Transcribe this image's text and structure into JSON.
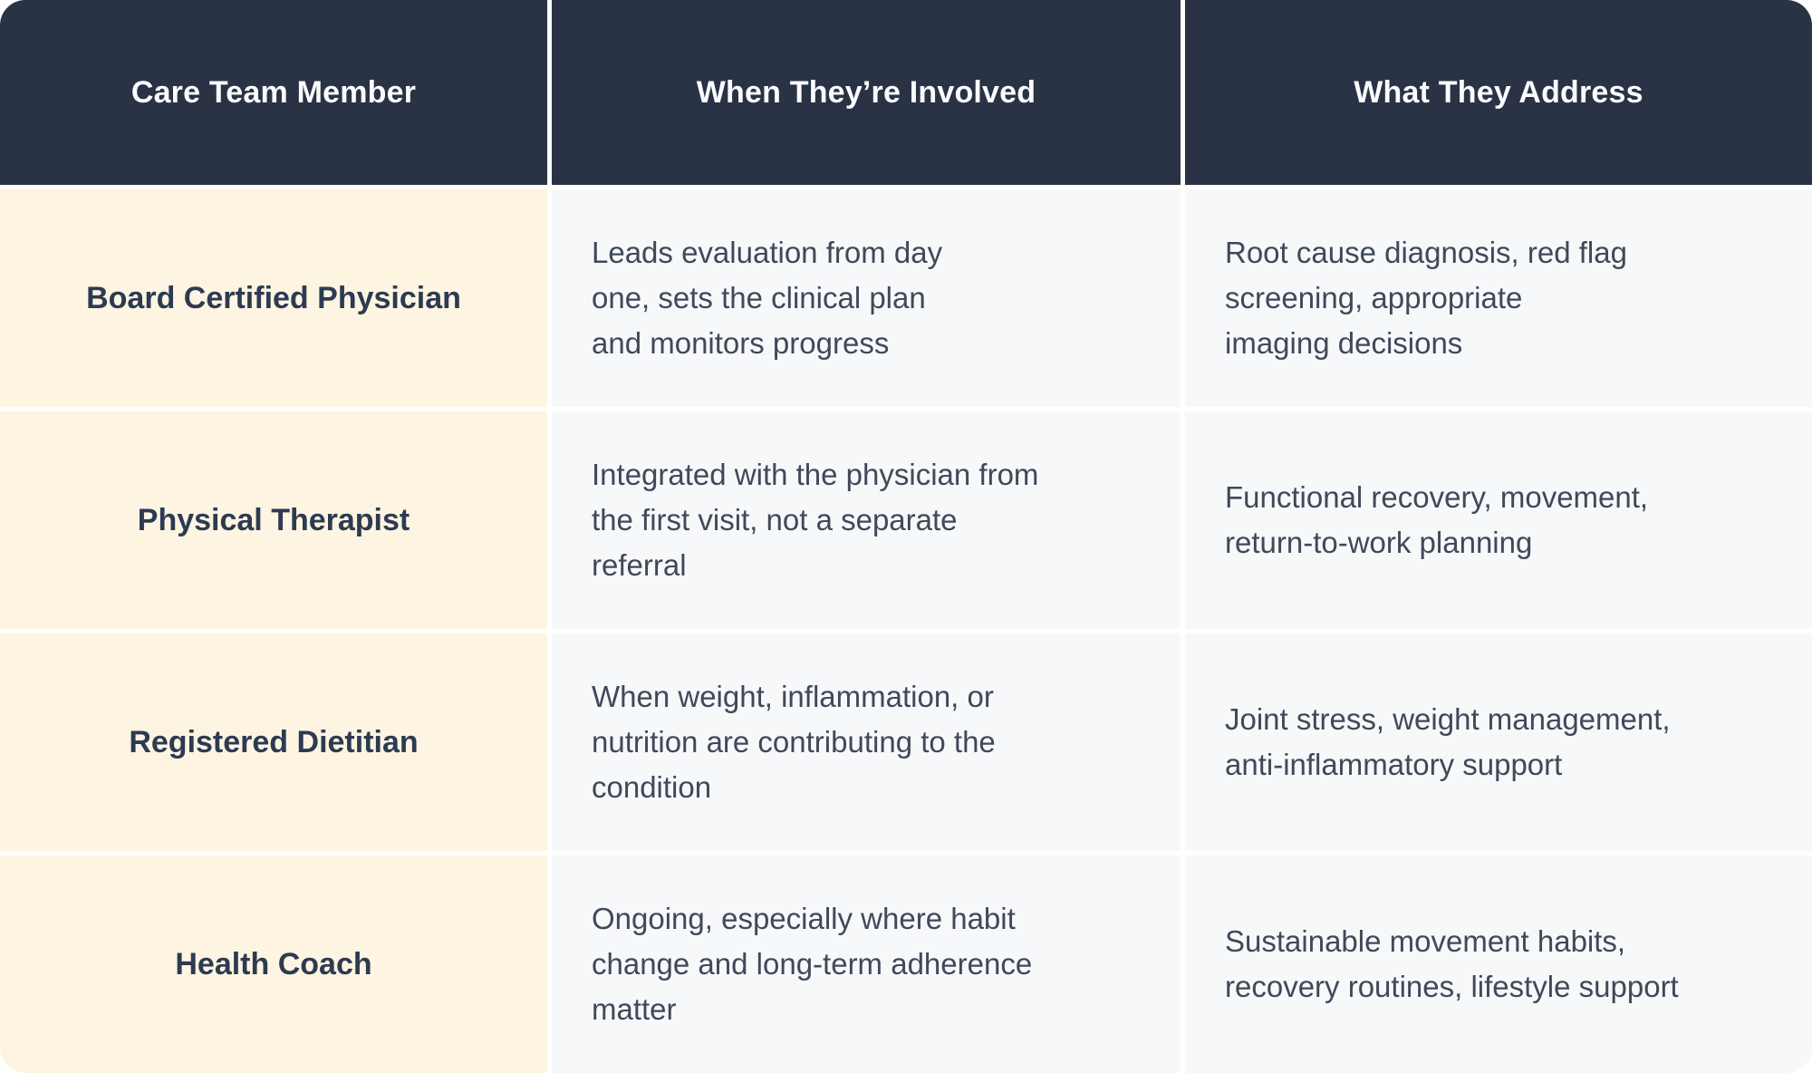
{
  "table": {
    "columns": [
      "Care Team Member",
      "When They’re Involved",
      "What They Address"
    ],
    "rows": [
      {
        "member": "Board Certified Physician",
        "involved": "Leads evaluation from day\none, sets the clinical plan\nand monitors progress",
        "addresses": "Root cause diagnosis, red flag\nscreening, appropriate\nimaging decisions"
      },
      {
        "member": "Physical Therapist",
        "involved": "Integrated with the physician from\nthe first visit, not a separate\nreferral",
        "addresses": "Functional recovery, movement,\nreturn-to-work planning"
      },
      {
        "member": "Registered Dietitian",
        "involved": "When weight, inflammation, or\nnutrition are contributing to the\ncondition",
        "addresses": "Joint stress, weight management,\nanti-inflammatory support"
      },
      {
        "member": "Health Coach",
        "involved": "Ongoing, especially where habit\nchange and long-term adherence\nmatter",
        "addresses": "Sustainable movement habits,\nrecovery routines, lifestyle support"
      }
    ]
  },
  "colors": {
    "header_bg": "#2a3245",
    "header_text": "#fbfcfd",
    "member_col_bg": "#fdf5e1",
    "body_cell_bg": "#f7f8fa",
    "member_text": "#2d3a52",
    "body_text": "#3f4959",
    "grid_gap": "#ffffff"
  }
}
